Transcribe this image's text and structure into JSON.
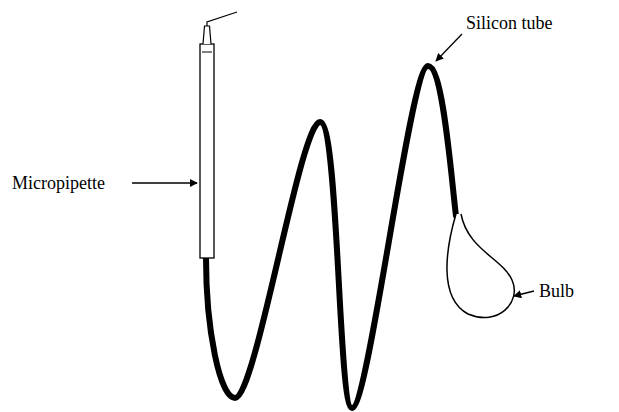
{
  "diagram": {
    "labels": [
      "Micropipette",
      "Silicon tube",
      "Bulb"
    ]
  }
}
